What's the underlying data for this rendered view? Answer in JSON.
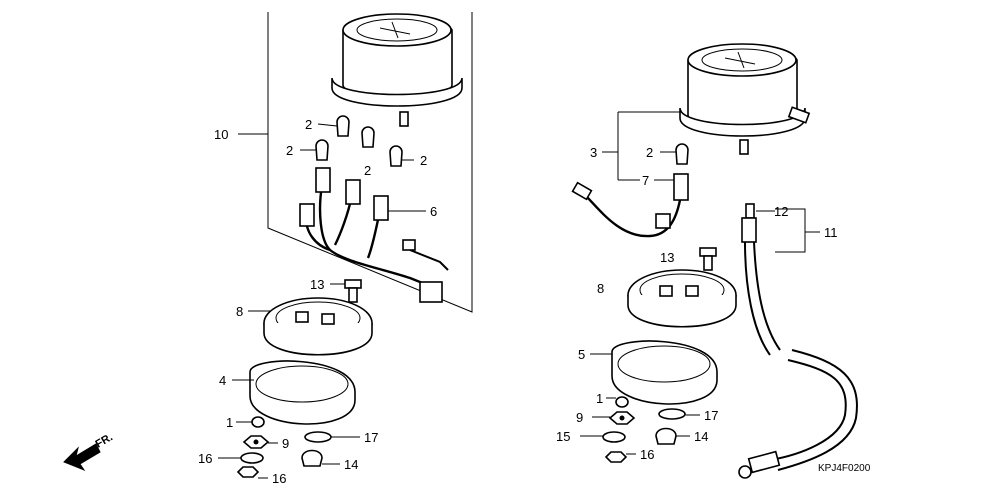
{
  "diagram": {
    "code": "KPJ4F0200",
    "direction_label": "FR.",
    "callouts": {
      "l10": "10",
      "l2a": "2",
      "l2b": "2",
      "l2c": "2",
      "l2d": "2",
      "l6": "6",
      "l13": "13",
      "l8": "8",
      "l4": "4",
      "l1": "1",
      "l9": "9",
      "l17": "17",
      "l16a": "16",
      "l14": "14",
      "l16b": "16",
      "r3": "3",
      "r2": "2",
      "r7": "7",
      "r12": "12",
      "r11": "11",
      "r13": "13",
      "r8": "8",
      "r5": "5",
      "r1": "1",
      "r9": "9",
      "r17": "17",
      "r15": "15",
      "r14": "14",
      "r16": "16"
    }
  }
}
